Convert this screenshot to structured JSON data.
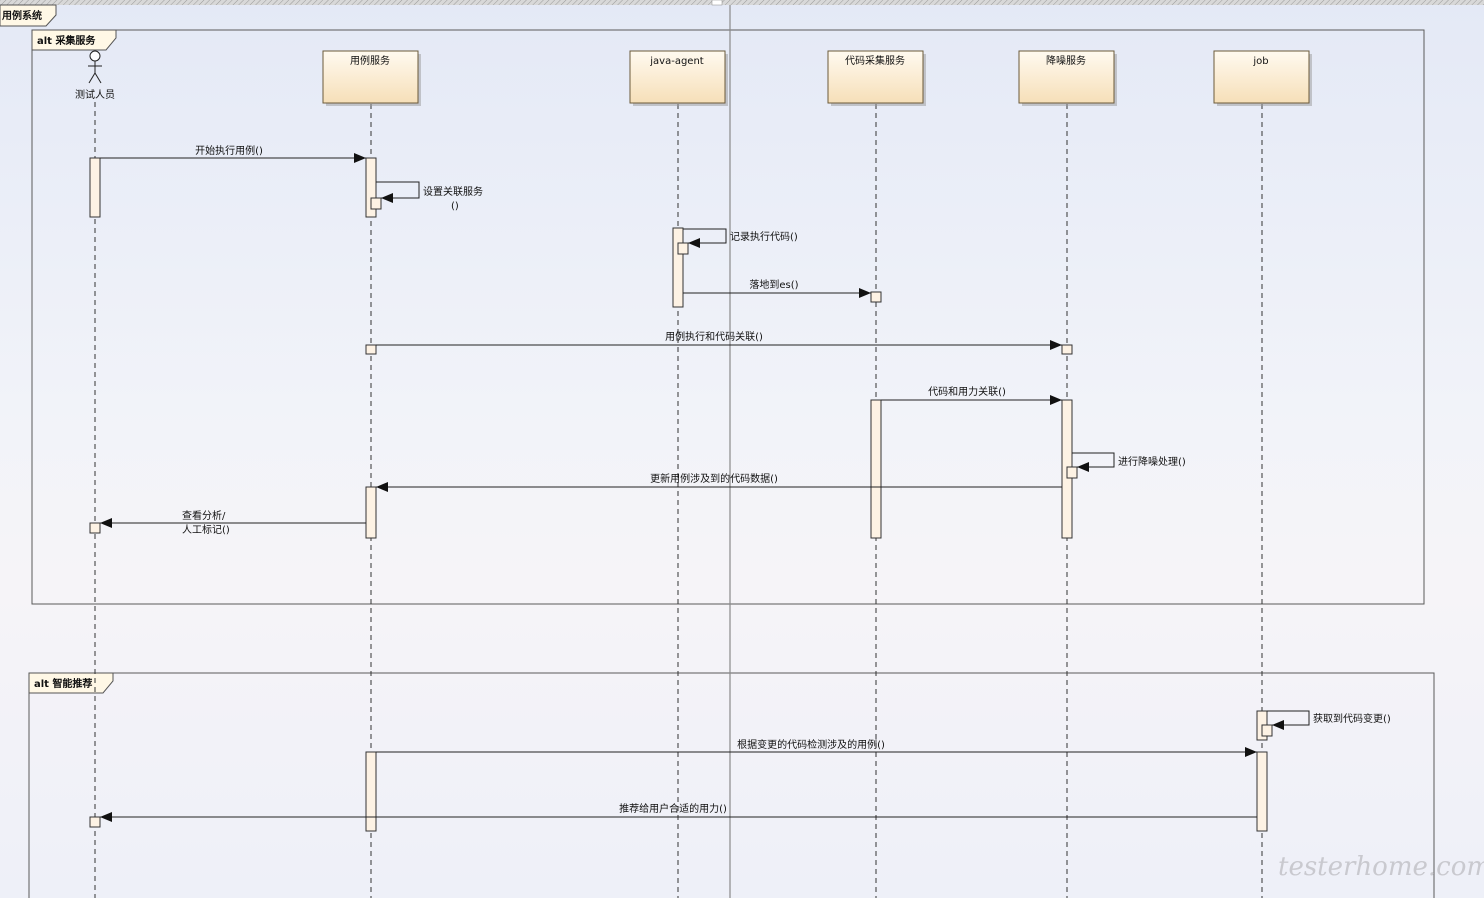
{
  "system_frame": {
    "label": "用例系统"
  },
  "fragments": [
    {
      "id": "collect",
      "label": "alt 采集服务"
    },
    {
      "id": "recommend",
      "label": "alt 智能推荐"
    }
  ],
  "actor": {
    "label": "测试人员"
  },
  "lifelines": [
    {
      "id": "case",
      "label": "用例服务"
    },
    {
      "id": "agent",
      "label": "java-agent"
    },
    {
      "id": "codecollect",
      "label": "代码采集服务"
    },
    {
      "id": "denoise",
      "label": "降噪服务"
    },
    {
      "id": "job",
      "label": "job"
    }
  ],
  "messages": {
    "m1": "开始执行用例()",
    "m2_line1": "设置关联服务",
    "m2_line2": "()",
    "m3": "记录执行代码()",
    "m4": "落地到es()",
    "m5": "用例执行和代码关联()",
    "m6": "代码和用力关联()",
    "m7": "进行降噪处理()",
    "m8": "更新用例涉及到的代码数据()",
    "m9_line1": "查看分析/",
    "m9_line2": "人工标记()",
    "m10": "获取到代码变更()",
    "m11": "根据变更的代码检测涉及的用例()",
    "m12": "推荐给用户合适的用力()"
  },
  "watermark": "testerhome.com",
  "colors": {
    "lifeline_fill": "#fdefd6",
    "activation_fill": "#fdf2e4",
    "frame_stroke": "#555555",
    "line": "#222222"
  }
}
